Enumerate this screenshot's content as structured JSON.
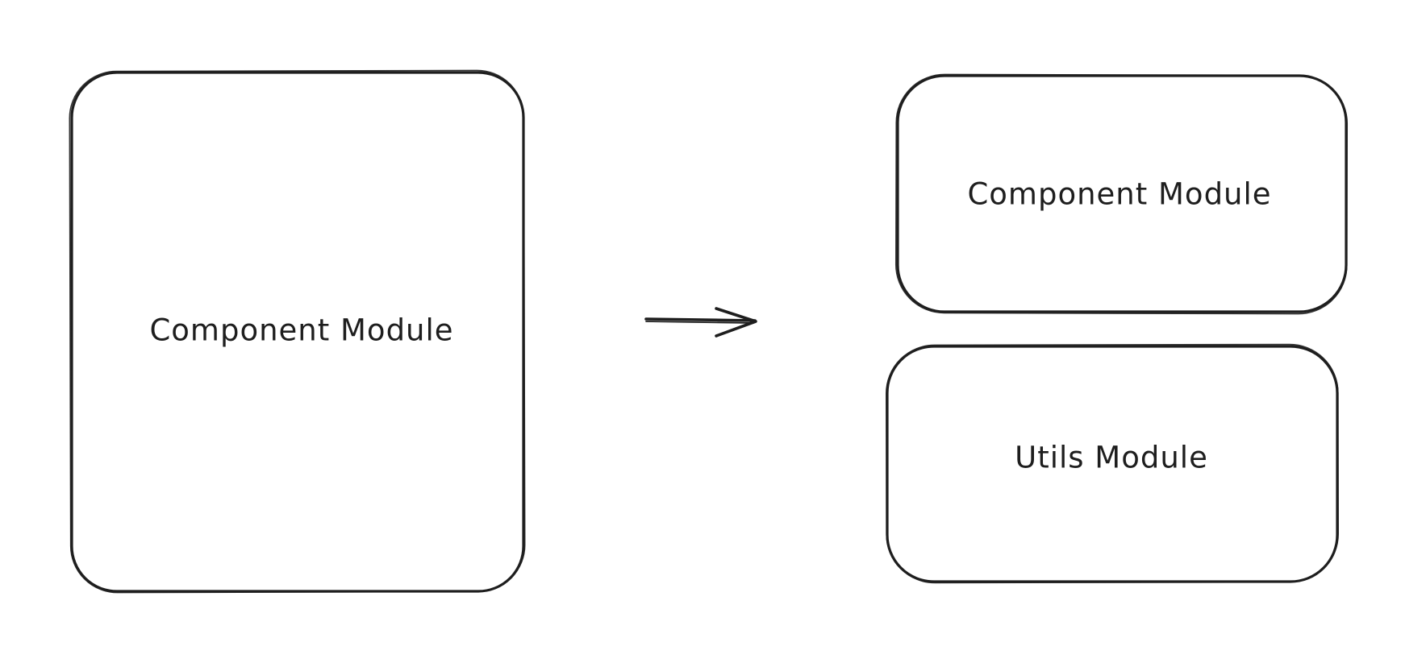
{
  "diagram": {
    "source_box": {
      "label": "Component Module"
    },
    "arrow": {
      "direction": "right"
    },
    "target_boxes": [
      {
        "label": "Component Module"
      },
      {
        "label": "Utils Module"
      }
    ],
    "stroke_color": "#1e1e1e",
    "background_color": "#ffffff"
  }
}
